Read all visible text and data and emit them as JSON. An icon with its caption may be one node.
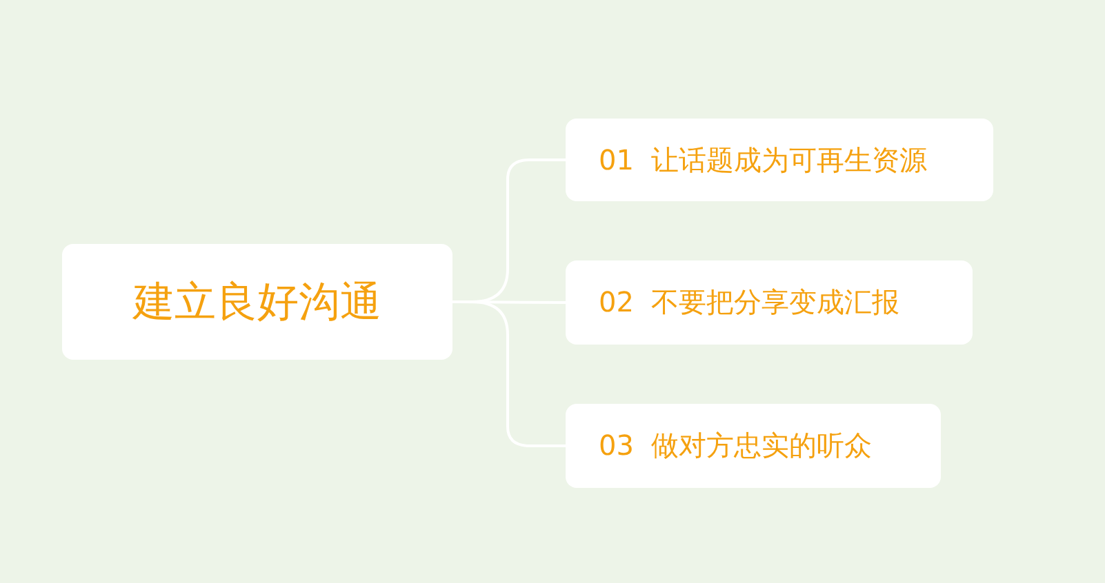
{
  "diagram": {
    "nodes": [
      {
        "text": [
          "建立良好沟通"
        ]
      },
      {
        "text": [
          "01  让话题成为可再生资源"
        ]
      },
      {
        "text": [
          "02  不要把分享变成汇报"
        ]
      },
      {
        "text": [
          "03  做对方忠实的听众"
        ]
      }
    ],
    "edges": [
      {
        "from": 0,
        "to": 1,
        "arrow": "none"
      },
      {
        "from": 0,
        "to": 2,
        "arrow": "none"
      },
      {
        "from": 0,
        "to": 3,
        "arrow": "none"
      }
    ]
  }
}
